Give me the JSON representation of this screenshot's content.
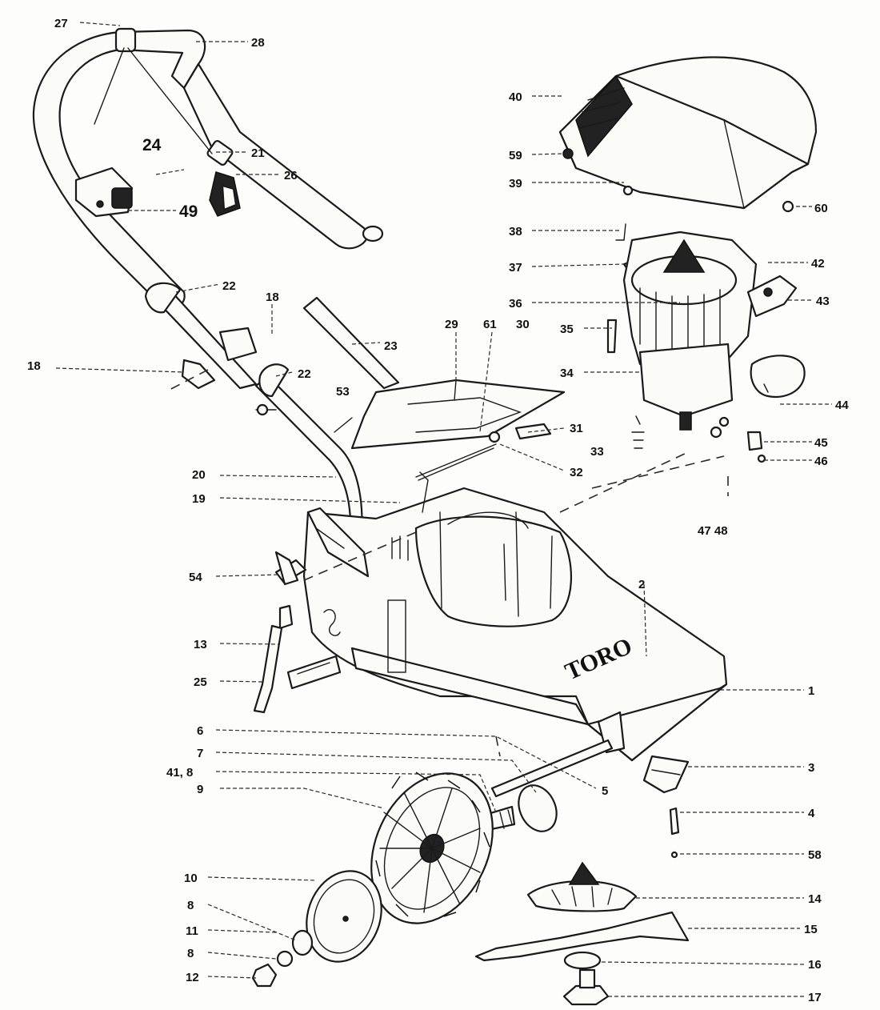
{
  "brand_text": "TORO",
  "part_labels": {
    "p1": "1",
    "p2": "2",
    "p3": "3",
    "p4": "4",
    "p5": "5",
    "p6": "6",
    "p7": "7",
    "p41_8": "41, 8",
    "p8a": "8",
    "p8b": "8",
    "p9": "9",
    "p10": "10",
    "p11": "11",
    "p12": "12",
    "p13": "13",
    "p14": "14",
    "p15": "15",
    "p16": "16",
    "p17": "17",
    "p18a": "18",
    "p18b": "18",
    "p19": "19",
    "p20": "20",
    "p21": "21",
    "p22a": "22",
    "p22b": "22",
    "p23": "23",
    "p24": "24",
    "p25": "25",
    "p26": "26",
    "p27": "27",
    "p28": "28",
    "p29": "29",
    "p30": "30",
    "p31": "31",
    "p32": "32",
    "p33": "33",
    "p34": "34",
    "p35": "35",
    "p36": "36",
    "p37": "37",
    "p38": "38",
    "p39": "39",
    "p40": "40",
    "p42": "42",
    "p43": "43",
    "p44": "44",
    "p45": "45",
    "p46": "46",
    "p47_48": "47 48",
    "p49": "49",
    "p53": "53",
    "p54": "54",
    "p58": "58",
    "p59": "59",
    "p60": "60",
    "p61": "61"
  }
}
